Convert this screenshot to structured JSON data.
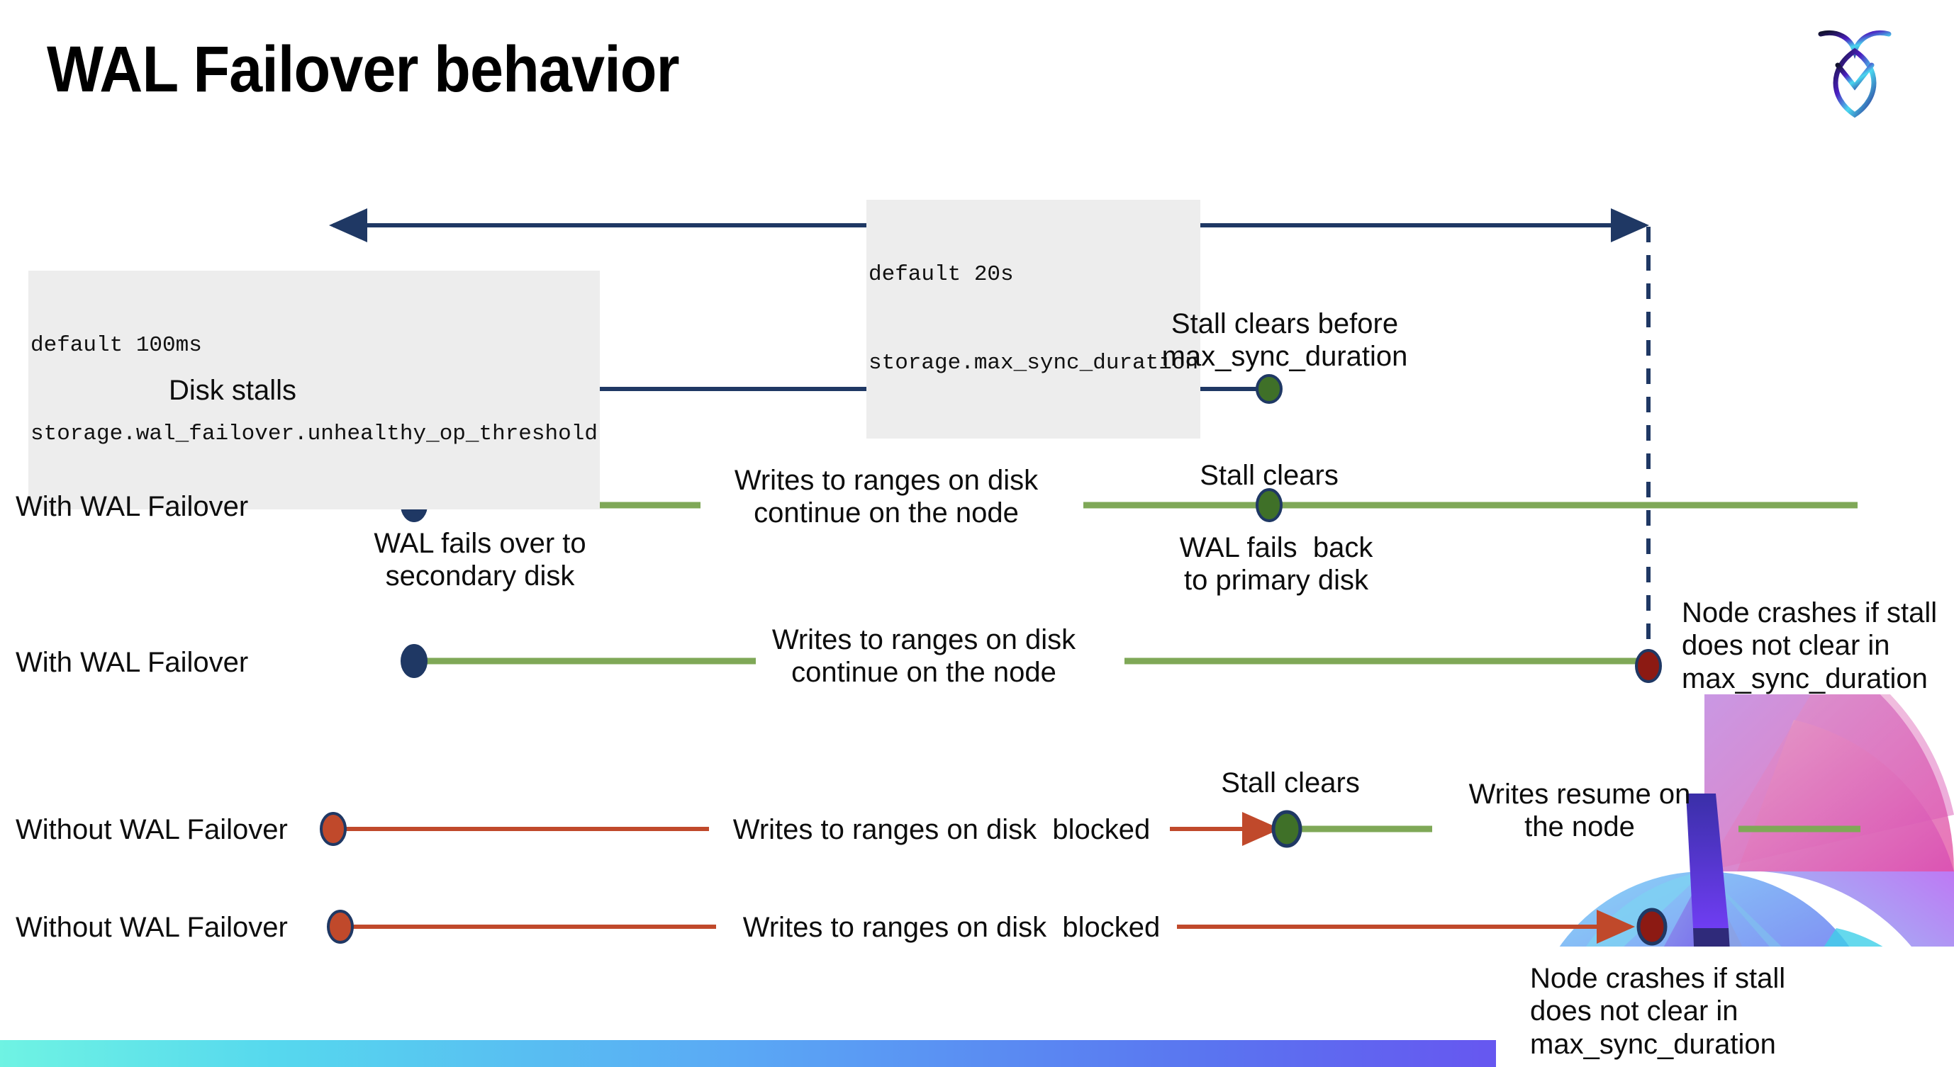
{
  "slide": {
    "title": "WAL Failover behavior",
    "logo_name": "cockroachdb-logo"
  },
  "annotations": {
    "max_sync": {
      "line1": "default 20s",
      "line2": "storage.max_sync_duration"
    },
    "unhealthy": {
      "line1": "default 100ms",
      "line2": "storage.wal_failover.unhealthy_op_threshold"
    }
  },
  "rows": [
    {
      "label": "Disk stalls",
      "notes": [
        {
          "text": "Stall clears before\nmax_sync_duration"
        }
      ]
    },
    {
      "label": "With WAL Failover",
      "notes": [
        {
          "text": "Writes to ranges on disk\ncontinue on the node"
        },
        {
          "text": "Stall clears"
        },
        {
          "text": "WAL fails over to\nsecondary disk"
        },
        {
          "text": "WAL fails  back\nto primary disk"
        }
      ]
    },
    {
      "label": "With WAL Failover",
      "notes": [
        {
          "text": "Writes to ranges on disk\ncontinue on the node"
        },
        {
          "text": "Node crashes if stall\ndoes not clear in\nmax_sync_duration"
        }
      ]
    },
    {
      "label": "Without WAL Failover",
      "notes": [
        {
          "text": "Writes to ranges on disk  blocked"
        },
        {
          "text": "Stall clears"
        },
        {
          "text": "Writes resume on\nthe node"
        }
      ]
    },
    {
      "label": "Without WAL Failover",
      "notes": [
        {
          "text": "Writes to ranges on disk  blocked"
        },
        {
          "text": "Node crashes if stall\ndoes not clear in\nmax_sync_duration"
        }
      ]
    }
  ],
  "colors": {
    "navy": "#1F3864",
    "green_line": "#7FA857",
    "green_dot": "#3F7028",
    "red_line": "#C0492B",
    "red_dot": "#8C1A13",
    "orange_dot": "#C0492B",
    "code_bg": "#EDEDED",
    "bar_start": "#6FF3E3",
    "bar_end": "#6F3DF2"
  }
}
